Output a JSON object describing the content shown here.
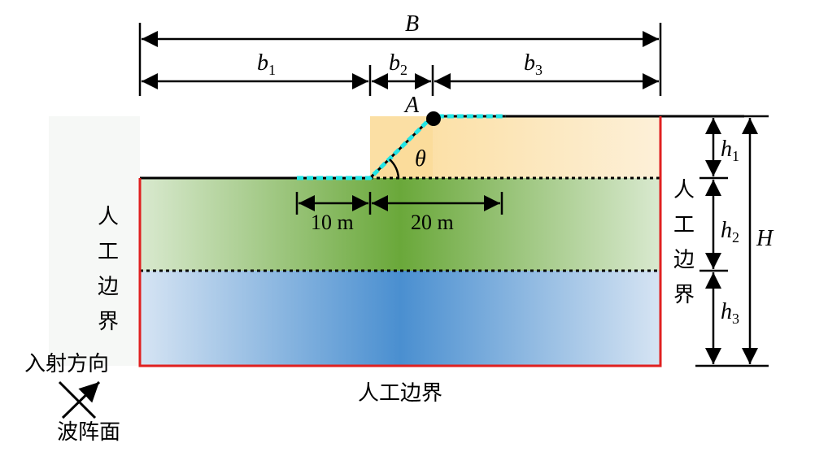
{
  "labels": {
    "B": "B",
    "b": "b",
    "b1_sub": "1",
    "b2_sub": "2",
    "b3_sub": "3",
    "h": "h",
    "h1_sub": "1",
    "h2_sub": "2",
    "h3_sub": "3",
    "H": "H",
    "A": "A",
    "theta": "θ",
    "dist_10": "10 m",
    "dist_20": "20 m",
    "boundary_left": [
      "人",
      "工",
      "边",
      "界"
    ],
    "boundary_right": [
      "人",
      "工",
      "边",
      "界"
    ],
    "boundary_bottom": "人工边界",
    "incident_direction": "入射方向",
    "wavefront": "波阵面"
  },
  "colors": {
    "boundary": "#e02020",
    "monitor_line": "#22e5e5",
    "slope_fill": "#fbdc9a",
    "layer1": "#6aa83a",
    "layer2": "#4a8fd0"
  }
}
